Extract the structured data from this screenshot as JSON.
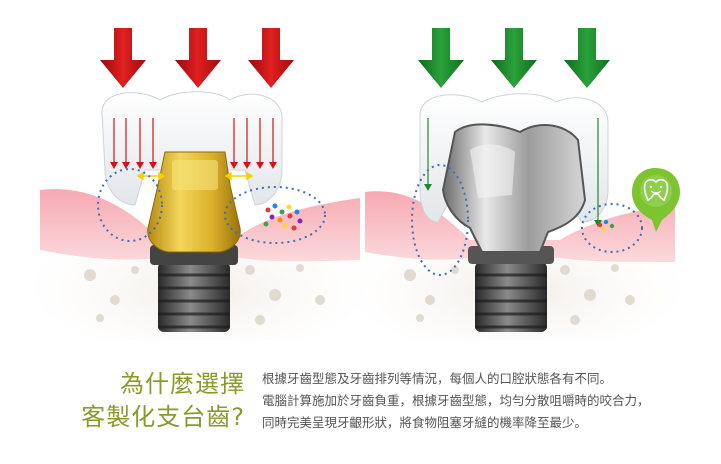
{
  "heading": {
    "line1": "為什麼選擇",
    "line2": "客製化支台齒?"
  },
  "description": {
    "line1": "根據牙齒型態及牙齒排列等情況，每個人的口腔狀態各有不同。",
    "line2": "電腦計算施加於牙齒負重，根據牙齒型態，均勻分散咀嚼時的咬合力，",
    "line3": "同時完美呈現牙齦形狀，將食物阻塞牙縫的機率降至最少。"
  },
  "colors": {
    "heading": "#8a9a2a",
    "text": "#555555",
    "bad_arrow": "#d41414",
    "good_arrow": "#1e8a2a",
    "happy_badge": "#7cc530"
  },
  "icons": {
    "left_panel": "standard-abutment-implant",
    "right_panel": "custom-abutment-implant",
    "badge": "happy-tooth-icon"
  }
}
